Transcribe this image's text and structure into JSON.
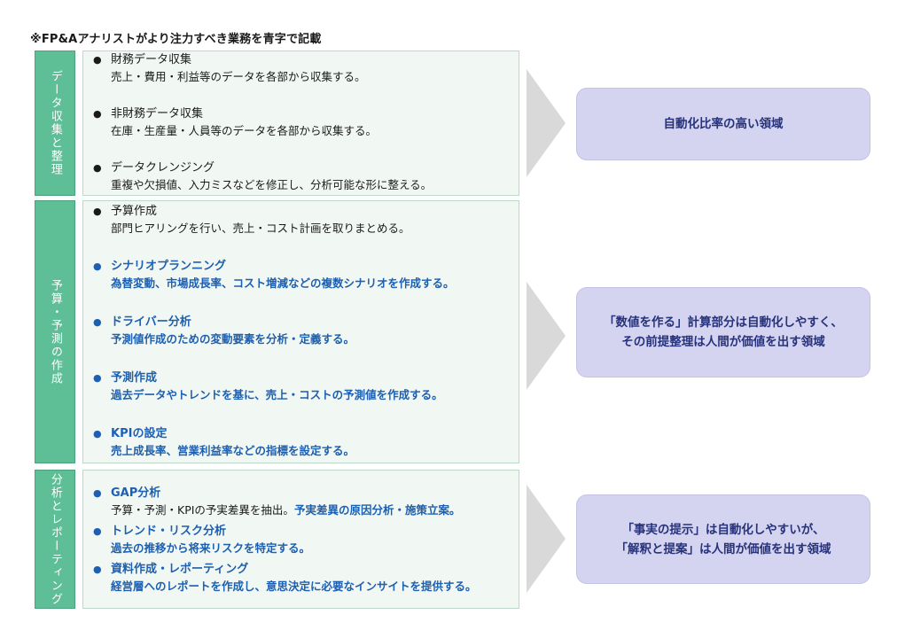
{
  "note": "※FP&Aアナリストがより注力すべき業務を青字で記載",
  "colors": {
    "category_fill": "#5ebf96",
    "panel_fill": "#f1f8f4",
    "arrow": "#d9d9d9",
    "outcome_fill": "#d4d3f0",
    "outcome_text": "#26327c",
    "highlight_text": "#1d5fb0"
  },
  "sections": [
    {
      "category": "データ収集と整理",
      "items": [
        {
          "title": "財務データ収集",
          "desc": "売上・費用・利益等のデータを各部から収集する。"
        },
        {
          "title": "非財務データ収集",
          "desc": "在庫・生産量・人員等のデータを各部から収集する。"
        },
        {
          "title": "データクレンジング",
          "desc": "重複や欠損値、入力ミスなどを修正し、分析可能な形に整える。"
        }
      ],
      "outcome": [
        "自動化比率の高い領域"
      ]
    },
    {
      "category": "予算・予測の作成",
      "items": [
        {
          "title": "予算作成",
          "desc": "部門ヒアリングを行い、売上・コスト計画を取りまとめる。"
        },
        {
          "title": "シナリオプランニング",
          "desc": "為替変動、市場成長率、コスト増減などの複数シナリオを作成する。"
        },
        {
          "title": "ドライバー分析",
          "desc": "予測値作成のための変動要素を分析・定義する。"
        },
        {
          "title": "予測作成",
          "desc": "過去データやトレンドを基に、売上・コストの予測値を作成する。"
        },
        {
          "title": "KPIの設定",
          "desc": "売上成長率、営業利益率などの指標を設定する。"
        }
      ],
      "outcome": [
        "「数値を作る」計算部分は自動化しやすく、",
        "その前提整理は人間が価値を出す領域"
      ]
    },
    {
      "category": "分析とレポーティング",
      "items": [
        {
          "title": "GAP分析",
          "desc": "予算・予測・KPIの予実差異を抽出。",
          "desc_highlight": "予実差異の原因分析・施策立案。"
        },
        {
          "title": "トレンド・リスク分析",
          "desc": "過去の推移から将来リスクを特定する。"
        },
        {
          "title": "資料作成・レポーティング",
          "desc": "経営層へのレポートを作成し、意思決定に必要なインサイトを提供する。"
        }
      ],
      "outcome": [
        "「事実の提示」は自動化しやすいが、",
        "「解釈と提案」は人間が価値を出す領域"
      ]
    }
  ]
}
